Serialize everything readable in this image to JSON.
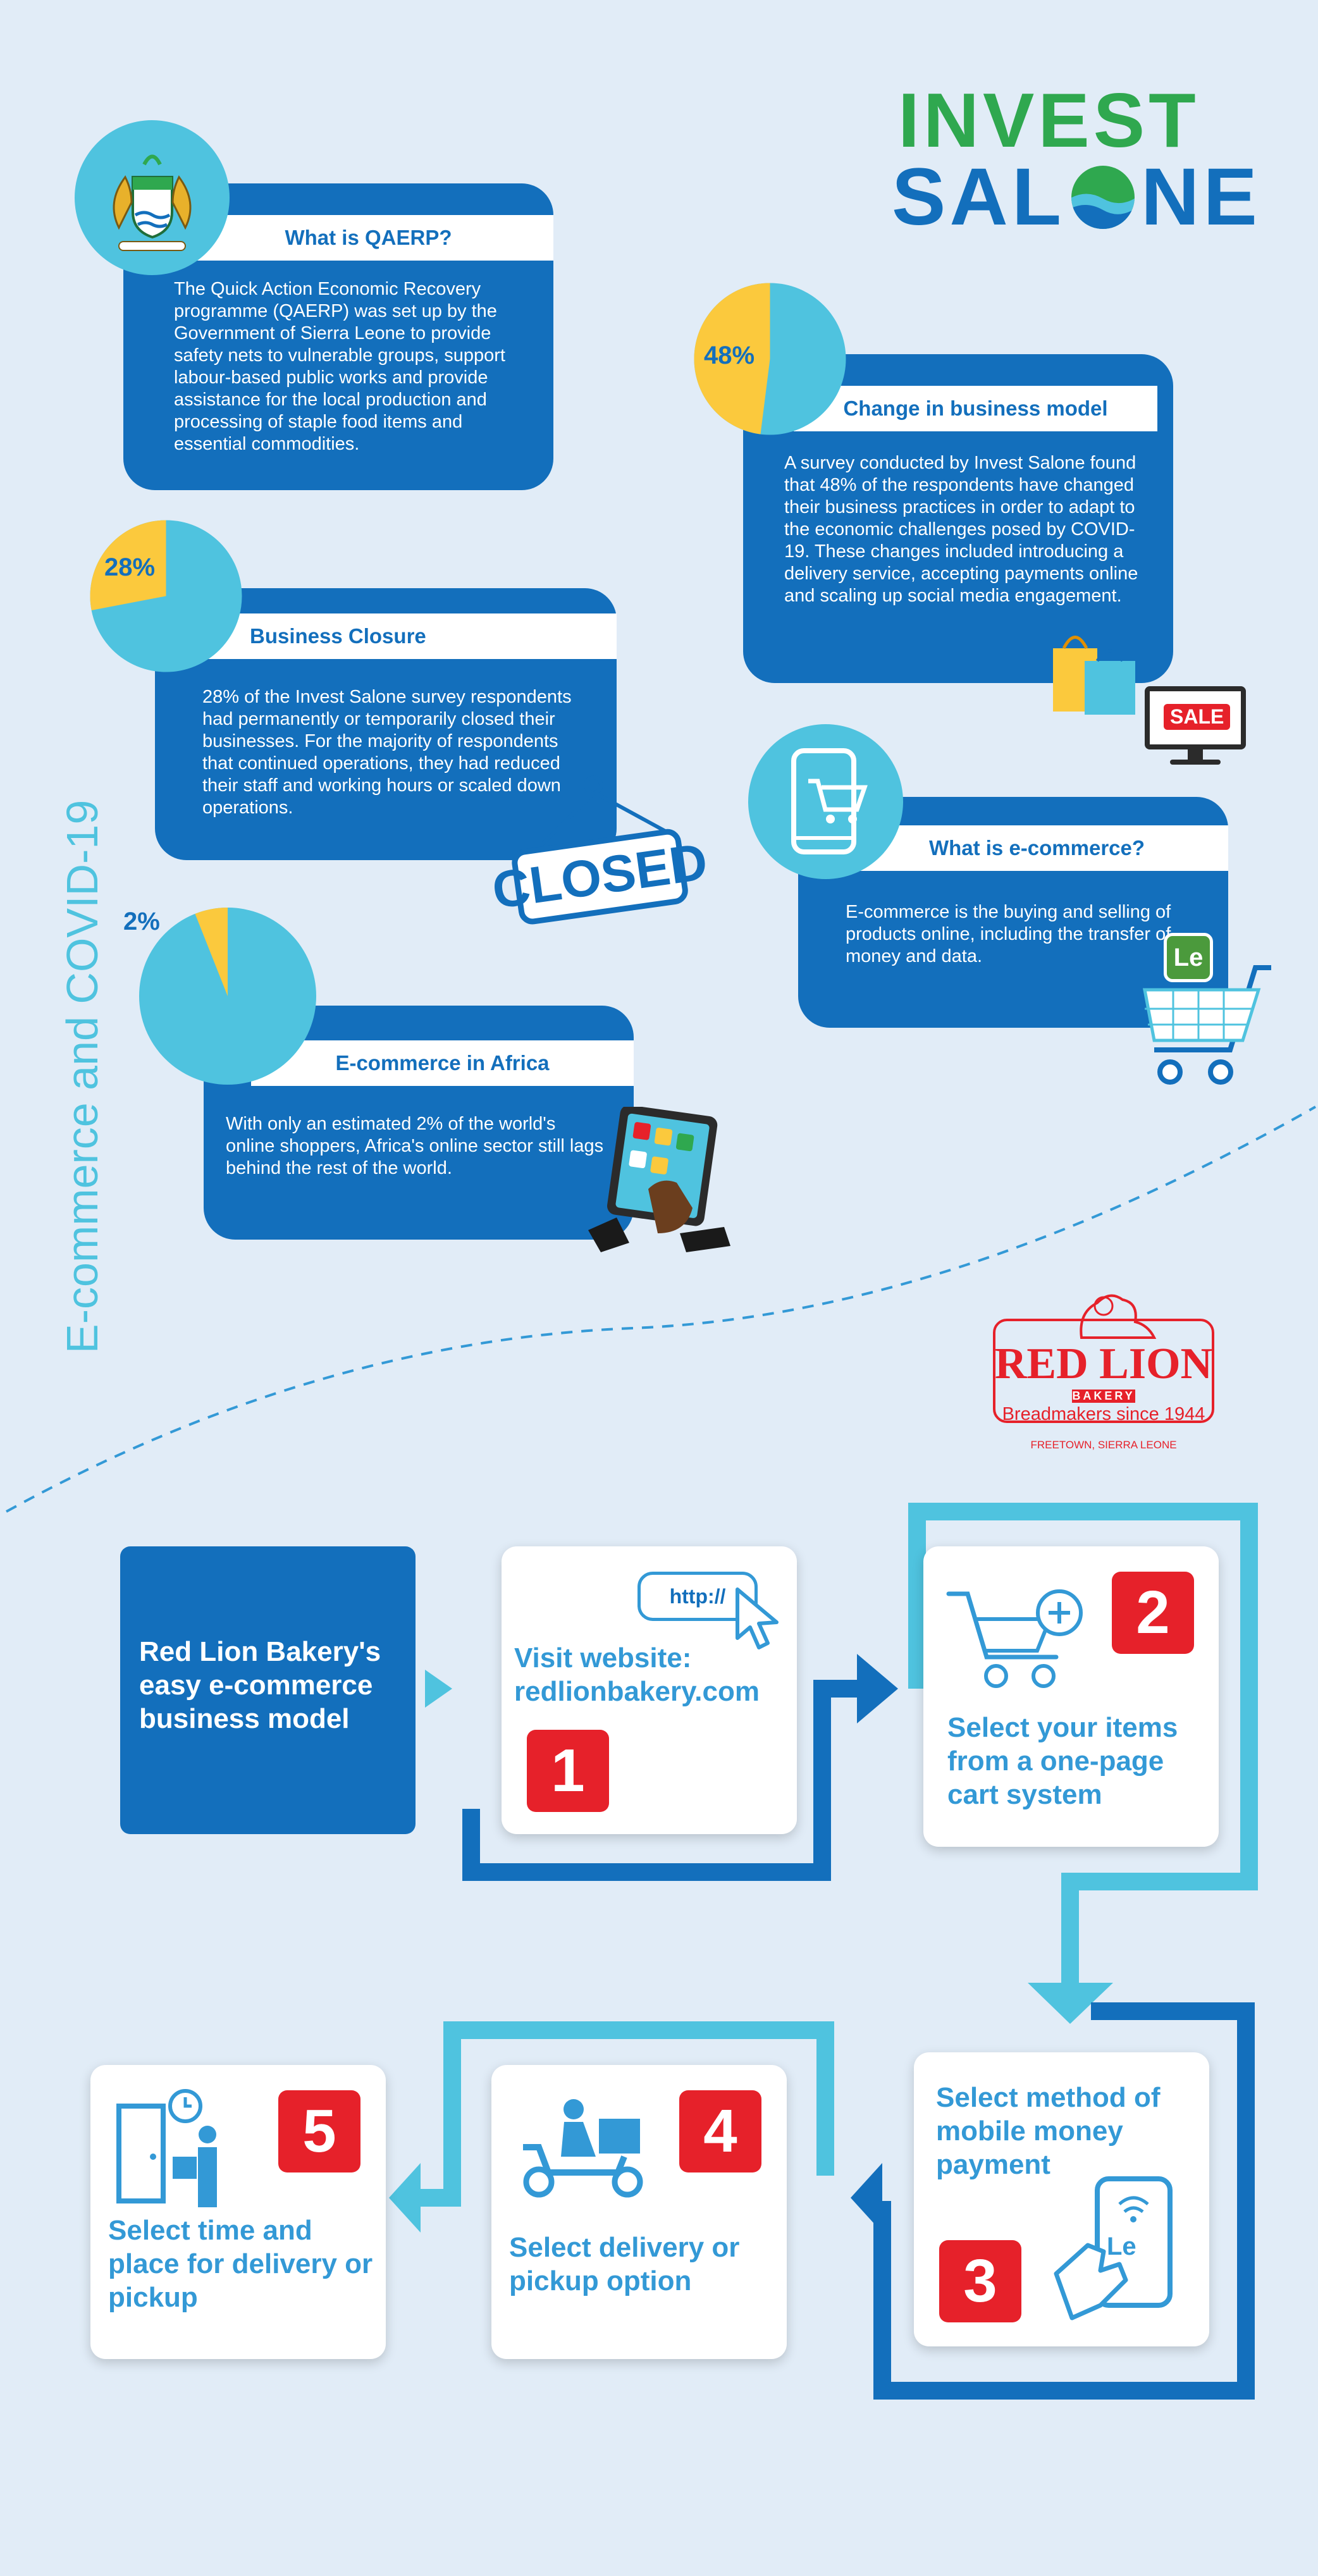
{
  "brand": {
    "line1": "INVEST",
    "line2_a": "SAL",
    "line2_b": "NE",
    "colors": {
      "green": "#2fa84f",
      "blue": "#136fbc",
      "light_blue": "#4fc3df",
      "yellow": "#fbc93d",
      "red": "#e6212a",
      "background": "#e1ecf7"
    }
  },
  "side_title": "E-commerce and COVID-19",
  "cards": {
    "qaerp": {
      "title": "What is QAERP?",
      "body": "The Quick Action Economic Recovery programme (QAERP) was set up by the Government of Sierra Leone to provide safety nets to vulnerable groups, support labour-based public works and provide assistance for the local production and processing of staple food items and essential commodities.",
      "icon": "coat-of-arms-icon"
    },
    "business_model": {
      "title": "Change in business model",
      "body": "A survey conducted by Invest Salone found that 48% of the respondents have changed their business practices in order to adapt to the economic challenges posed by COVID-19. These changes included introducing a delivery service, accepting payments online and scaling up social media engagement.",
      "percent_label": "48%",
      "percent": 48,
      "sale_label": "SALE"
    },
    "closure": {
      "title": "Business Closure",
      "body": "28% of the Invest Salone survey respondents had permanently or temporarily closed their businesses. For the majority of respondents that continued operations, they had reduced their staff and working hours or scaled down operations.",
      "percent_label": "28%",
      "percent": 28,
      "closed_sign": "CLOSED"
    },
    "ecommerce": {
      "title": "What is e-commerce?",
      "body": "E-commerce is the buying and selling of products online, including the transfer of money and data.",
      "currency_badge": "Le"
    },
    "africa": {
      "title": "E-commerce in Africa",
      "body": "With only an estimated 2% of the world's online shoppers, Africa's online sector still lags behind the rest of the world.",
      "percent_label": "2%",
      "percent": 2
    }
  },
  "red_lion": {
    "name": "RED LION",
    "bakery": "BAKERY",
    "tagline": "Breadmakers since 1944",
    "location": "FREETOWN, SIERRA LEONE"
  },
  "process": {
    "intro": "Red Lion Bakery's easy e-commerce business model",
    "steps": [
      {
        "number": "1",
        "text": "Visit website: redlionbakery.com",
        "url_label": "http://"
      },
      {
        "number": "2",
        "text": "Select your items from a one-page cart system"
      },
      {
        "number": "3",
        "text": "Select method of mobile money payment",
        "currency": "Le"
      },
      {
        "number": "4",
        "text": "Select delivery or pickup option"
      },
      {
        "number": "5",
        "text": "Select time and place for delivery or pickup"
      }
    ]
  }
}
